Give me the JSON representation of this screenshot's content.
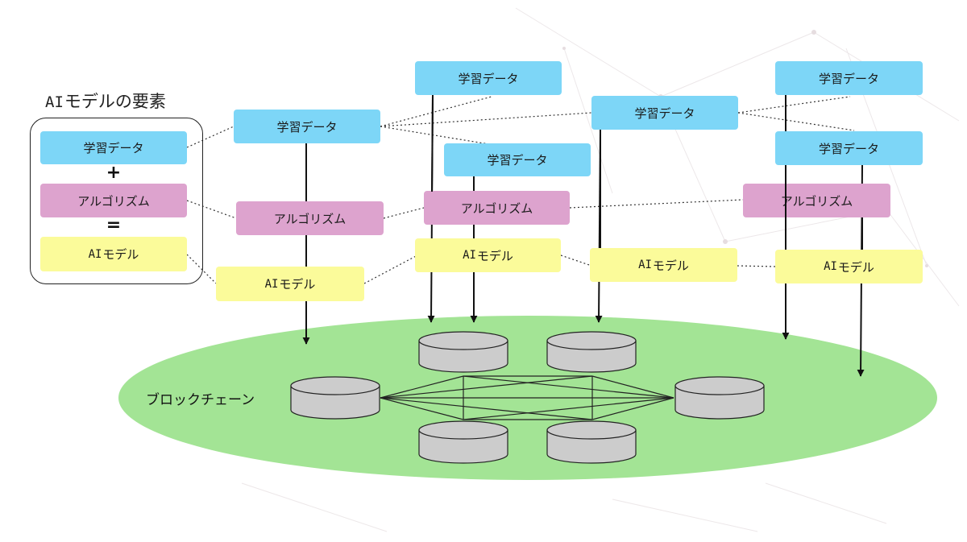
{
  "legend": {
    "title_ai": "AI",
    "title_rest": "モデルの要素",
    "data": "学習データ",
    "plus": "+",
    "algorithm": "アルゴリズム",
    "equals": "=",
    "model_ai": "AI",
    "model_rest": "モデル"
  },
  "labels": {
    "data": "学習データ",
    "algorithm": "アルゴリズム",
    "model_ai": "AI",
    "model_rest": "モデル"
  },
  "blockchain": {
    "label": "ブロックチェーン",
    "fill": "#a3e495",
    "node_fill": "#cccccc"
  },
  "colors": {
    "data": "#7dd6f7",
    "algorithm": "#dda3ce",
    "model": "#fbfb9a"
  }
}
